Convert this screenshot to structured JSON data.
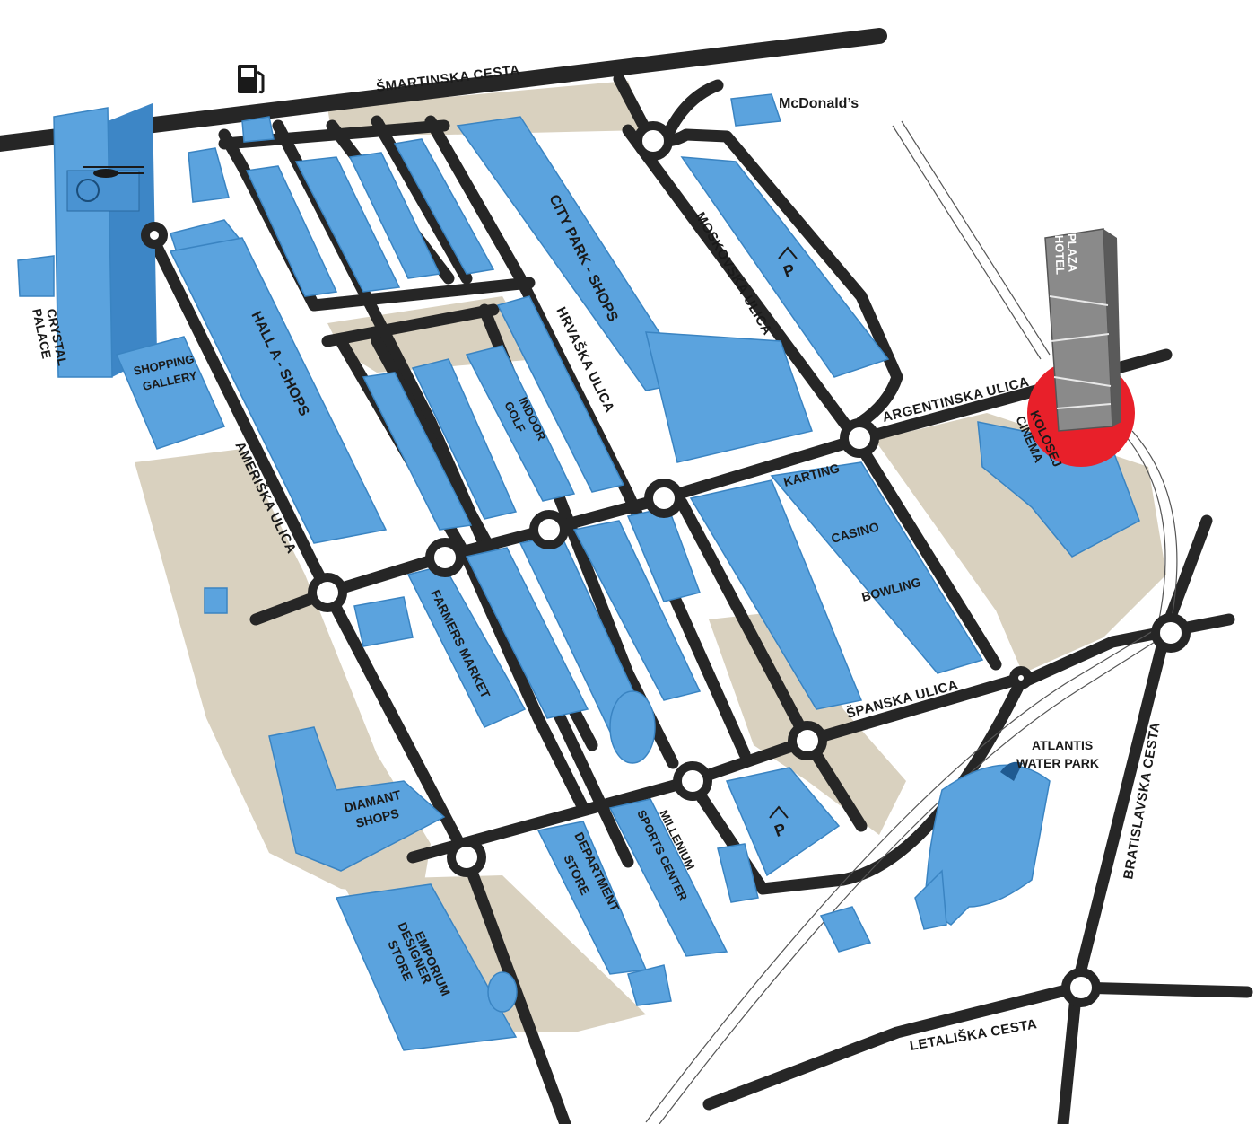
{
  "roads": {
    "smartinska": "ŠMARTINSKA CESTA",
    "argentinska": "ARGENTINSKA ULICA",
    "ameriska": "AMERIŠKA ULICA",
    "hrvaska": "HRVAŠKA ULICA",
    "moskovska": "MOSKOVSKA ULICA",
    "spanska": "ŠPANSKA ULICA",
    "bratislavska": "BRATISLAVSKA CESTA",
    "letaliska": "LETALIŠKA CESTA"
  },
  "places": {
    "mcdonalds": "McDonald’s",
    "crystal_palace_1": "CRYSTAL",
    "crystal_palace_2": "PALACE",
    "shopping_gallery_1": "SHOPPING",
    "shopping_gallery_2": "GALLERY",
    "hall_a": "HALL A - SHOPS",
    "city_park": "CITY PARK - SHOPS",
    "indoor_golf_1": "INDOOR",
    "indoor_golf_2": "GOLF",
    "plaza_hotel_1": "PLAZA",
    "plaza_hotel_2": "HOTEL",
    "kolosej_1": "KOLOSEJ",
    "kolosej_2": "CINEMA",
    "karting": "KARTING",
    "casino": "CASINO",
    "bowling": "BOWLING",
    "farmers_market": "FARMERS MARKET",
    "atlantis_1": "ATLANTIS",
    "atlantis_2": "WATER PARK",
    "diamant_1": "DIAMANT",
    "diamant_2": "SHOPS",
    "department_1": "DEPARTMENT",
    "department_2": "STORE",
    "millenium_1": "MILLENIUM",
    "millenium_2": "SPORTS CENTER",
    "emporium_1": "EMPORIUM",
    "emporium_2": "DESIGNER",
    "emporium_3": "STORE"
  },
  "icons": {
    "parking": "parking-icon",
    "fuel": "fuel-station-icon",
    "helipad": "helicopter-icon"
  },
  "colors": {
    "building": "#5ba3de",
    "building_shadow": "#3d86c6",
    "ground": "#d9d1bf",
    "road": "#262626",
    "highlight": "#e8202a",
    "hotel": "#8a8a8a"
  }
}
